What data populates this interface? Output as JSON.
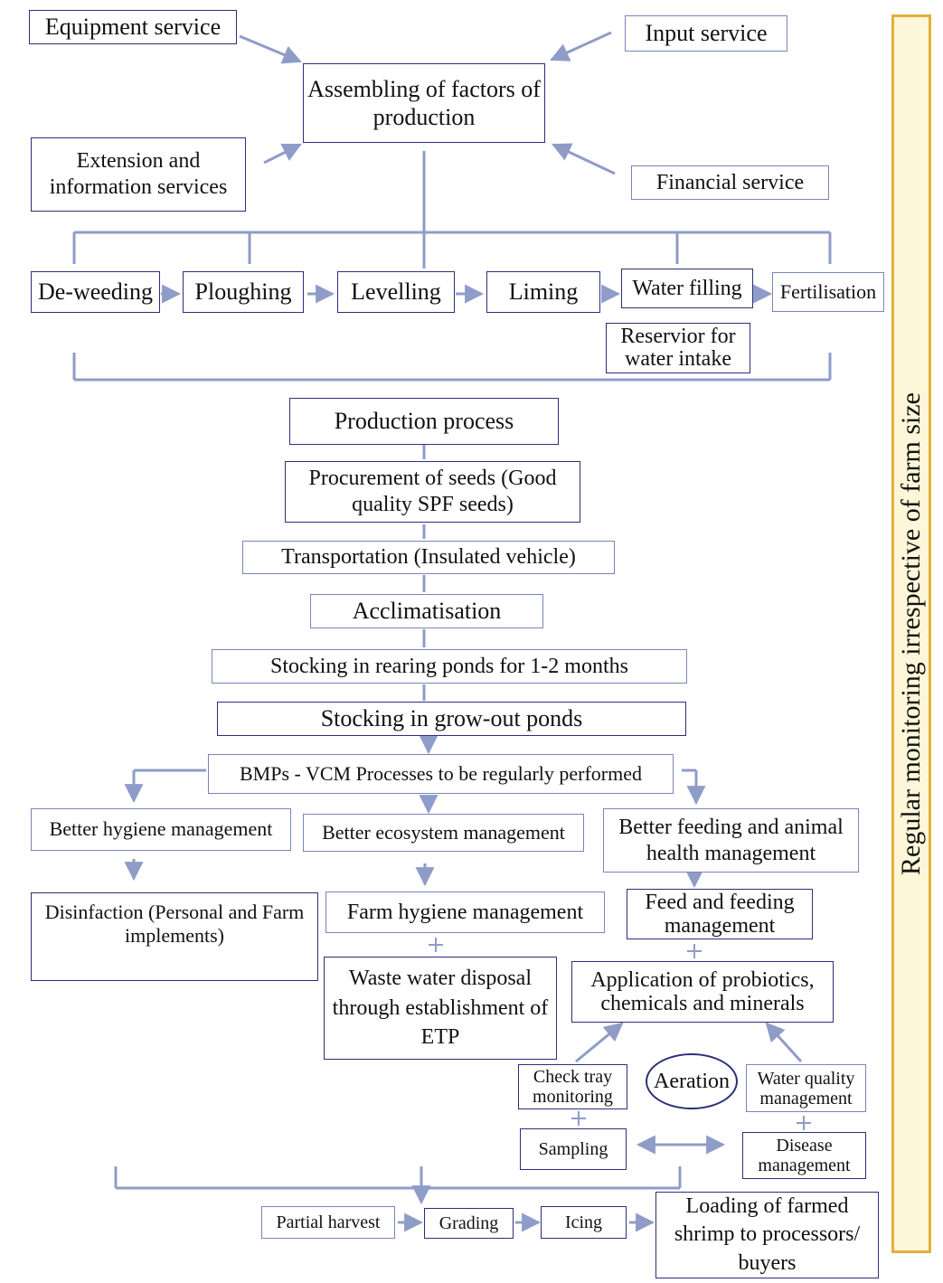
{
  "inputs": {
    "equipment": "Equipment service",
    "input": "Input service",
    "extension": "Extension and information services",
    "financial": "Financial service"
  },
  "assembling": "Assembling of factors of production",
  "prep_steps": [
    "De-weeding",
    "Ploughing",
    "Levelling",
    "Liming",
    "Water filling",
    "Fertilisation"
  ],
  "reservoir": "Reservior for water intake",
  "process": [
    "Production process",
    "Procurement of seeds (Good quality SPF seeds)",
    "Transportation (Insulated vehicle)",
    "Acclimatisation",
    "Stocking in rearing ponds for 1-2 months",
    "Stocking in grow-out ponds",
    "BMPs - VCM Processes to be regularly performed"
  ],
  "management": {
    "hygiene": "Better hygiene management",
    "ecosystem": "Better ecosystem management",
    "feeding": "Better feeding and animal health management",
    "disinfection": "Disinfaction (Personal and Farm implements)",
    "farm_hygiene": "Farm hygiene management",
    "waste_water": "Waste water disposal through establishment of ETP",
    "feed": "Feed and feeding management",
    "probiotics": "Application of probiotics, chemicals and minerals",
    "check_tray": "Check tray monitoring",
    "aeration": "Aeration",
    "water_quality": "Water quality management",
    "sampling": "Sampling",
    "disease": "Disease management"
  },
  "harvest": [
    "Partial harvest",
    "Grading",
    "Icing",
    "Loading of farmed shrimp to processors/ buyers"
  ],
  "sidebar": "Regular monitoring irrespective of farm size",
  "colors": {
    "border": "#2b2f7a",
    "connector": "#8f9cc8",
    "sidebar_fill": "#fdf6d8",
    "sidebar_border": "#e2b13a"
  }
}
